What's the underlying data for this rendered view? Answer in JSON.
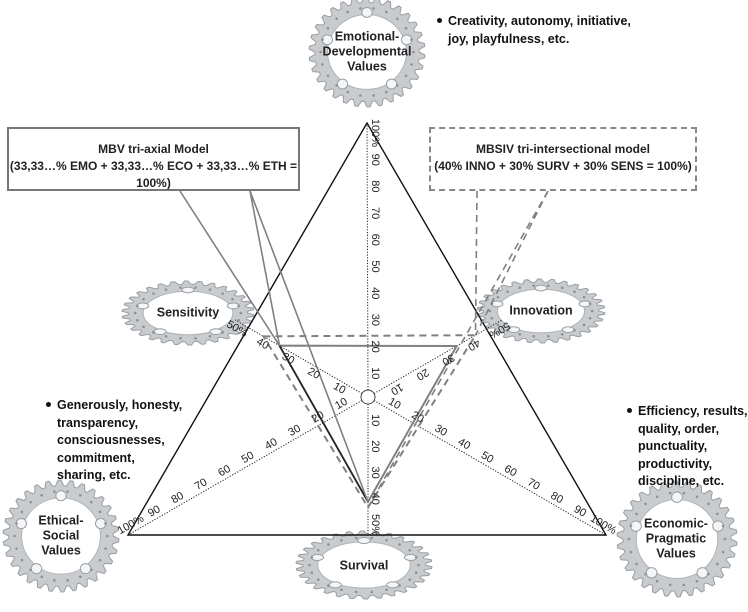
{
  "diagram": {
    "vertices": [
      {
        "id": "emotional",
        "label_lines": [
          "Emotional-",
          "Developmental",
          "Values"
        ],
        "bullet_lines": [
          "Creativity, autonomy, initiative,",
          "joy,  playfulness, etc."
        ]
      },
      {
        "id": "ethical",
        "label_lines": [
          "Ethical-",
          "Social",
          "Values"
        ],
        "bullet_lines": [
          "Generously, honesty,",
          "transparency,",
          "consciousnesses,",
          "commitment,",
          "sharing, etc."
        ]
      },
      {
        "id": "economic",
        "label_lines": [
          "Economic-",
          "Pragmatic",
          "Values"
        ],
        "bullet_lines": [
          "Efficiency, results,",
          "quality, order,",
          "punctuality,",
          "productivity,",
          "discipline, etc."
        ]
      }
    ],
    "intersections": [
      {
        "id": "sensitivity",
        "label": "Sensitivity"
      },
      {
        "id": "innovation",
        "label": "Innovation"
      },
      {
        "id": "survival",
        "label": "Survival"
      }
    ],
    "callouts": {
      "mbv": {
        "title": "MBV tri-axial Model",
        "formula": "(33,33…% EMO + 33,33…%  ECO + 33,33…% ETH = 100%)",
        "style": "solid"
      },
      "mbsiv": {
        "title": "MBSIV tri-intersectional model",
        "formula": "(40% INNO + 30% SURV + 30% SENS = 100%)",
        "style": "dashed"
      }
    },
    "axes": {
      "long_ticks": [
        "10",
        "20",
        "30",
        "40",
        "50",
        "60",
        "70",
        "80",
        "90",
        "100%"
      ],
      "short_ticks": [
        "10",
        "20",
        "30",
        "40",
        "50%"
      ]
    },
    "models": {
      "mbv": {
        "EMO": 33.33,
        "ECO": 33.33,
        "ETH": 33.33
      },
      "mbsiv": {
        "INNO": 40,
        "SURV": 30,
        "SENS": 30
      }
    },
    "colors": {
      "line": "#111111",
      "model_solid": "#808080",
      "model_dashed": "#808080",
      "gear": "#c9cccf",
      "gear_dark": "#9a9ea3"
    }
  }
}
